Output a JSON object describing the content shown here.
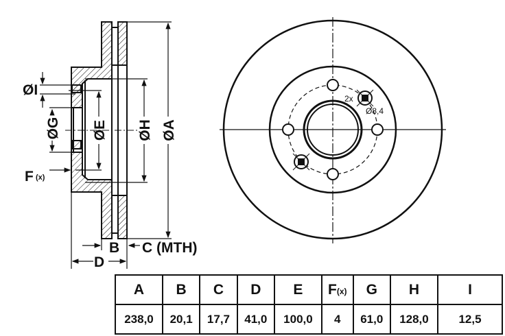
{
  "side_view": {
    "labels": {
      "A": "ØA",
      "H": "ØH",
      "E": "ØE",
      "G": "ØG",
      "I": "ØI",
      "F": "F",
      "F_sub": "(x)",
      "B": "B",
      "C": "C (MTH)",
      "D": "D"
    }
  },
  "front_view": {
    "hole_count": "2x",
    "hole_diameter": "Ø8,4"
  },
  "table": {
    "headers": [
      "A",
      "B",
      "C",
      "D",
      "E",
      "F",
      "G",
      "H",
      "I"
    ],
    "f_sub": "(x)",
    "values": [
      "238,0",
      "20,1",
      "17,7",
      "41,0",
      "100,0",
      "4",
      "61,0",
      "128,0",
      "12,5"
    ]
  }
}
